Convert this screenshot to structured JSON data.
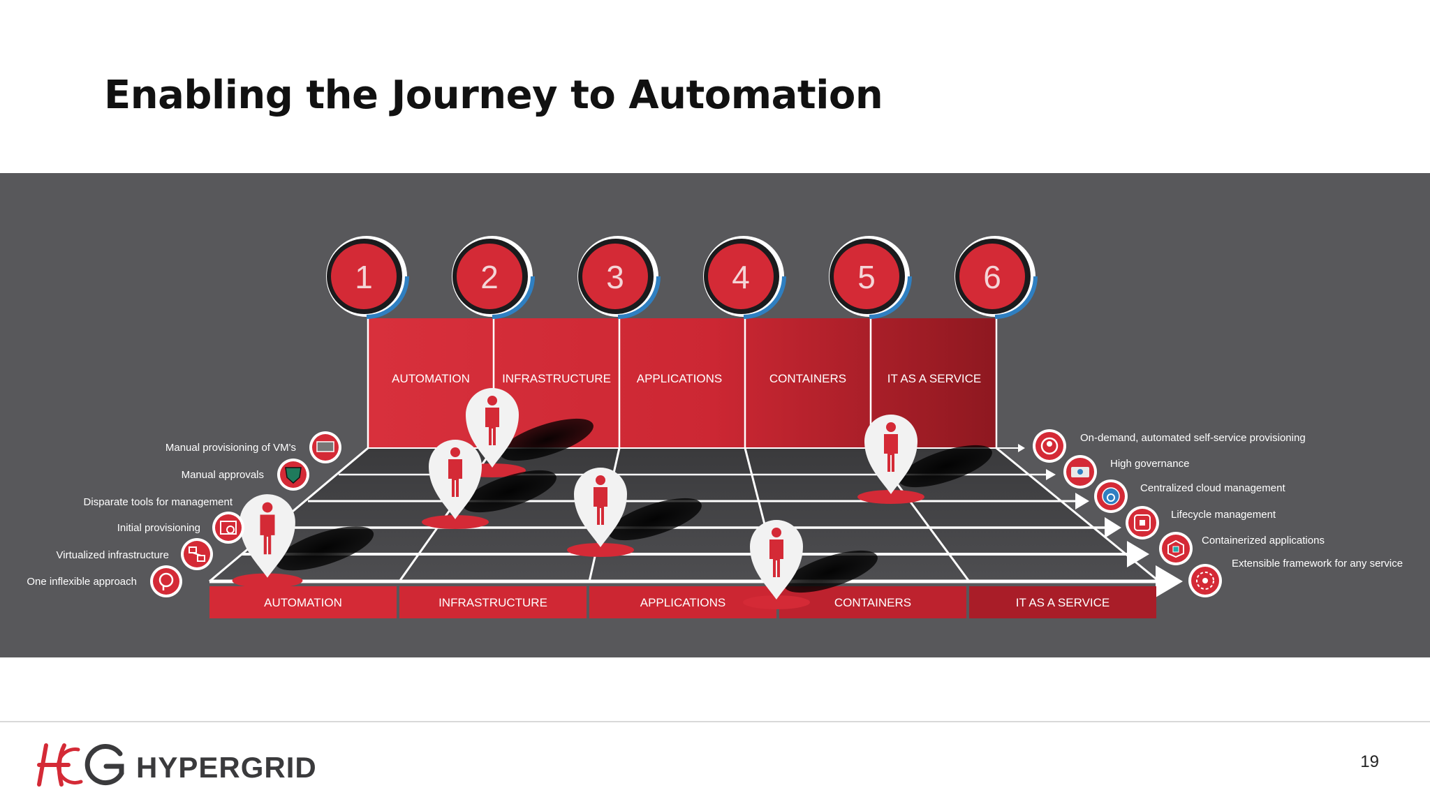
{
  "slide": {
    "title": "Enabling the Journey to Automation",
    "page_number": "19"
  },
  "logo": {
    "text": "HYPERGRID"
  },
  "steps": [
    "1",
    "2",
    "3",
    "4",
    "5",
    "6"
  ],
  "stage_labels_top": [
    "AUTOMATION",
    "INFRASTRUCTURE",
    "APPLICATIONS",
    "CONTAINERS",
    "IT AS A SERVICE"
  ],
  "stage_labels_bottom": [
    "AUTOMATION",
    "INFRASTRUCTURE",
    "APPLICATIONS",
    "CONTAINERS",
    "IT AS A SERVICE"
  ],
  "before_items": [
    {
      "label": "Manual provisioning of VM's",
      "icon": "server-icon"
    },
    {
      "label": "Manual approvals",
      "icon": "shield-icon"
    },
    {
      "label": "Disparate tools for management",
      "icon": "not-shown"
    },
    {
      "label": "Initial provisioning",
      "icon": "gear-window-icon"
    },
    {
      "label": "Virtualized infrastructure",
      "icon": "network-icon"
    },
    {
      "label": "One inflexible approach",
      "icon": "head-icon"
    }
  ],
  "after_items": [
    {
      "label": "On-demand, automated self-service provisioning",
      "icon": "user-gear-icon"
    },
    {
      "label": "High governance",
      "icon": "camera-icon"
    },
    {
      "label": "Centralized cloud management",
      "icon": "cloud-gear-icon"
    },
    {
      "label": "Lifecycle management",
      "icon": "lifecycle-icon"
    },
    {
      "label": "Containerized applications",
      "icon": "box-icon"
    },
    {
      "label": "Extensible framework for any service",
      "icon": "hex-framework-icon"
    }
  ],
  "colors": {
    "panel": "#58585b",
    "red": "#d42a36",
    "dark_red": "#9e1b25",
    "blue_accent": "#2f7fc1",
    "arrow": "#ffffff",
    "logo_gray": "#3a3a3c"
  }
}
